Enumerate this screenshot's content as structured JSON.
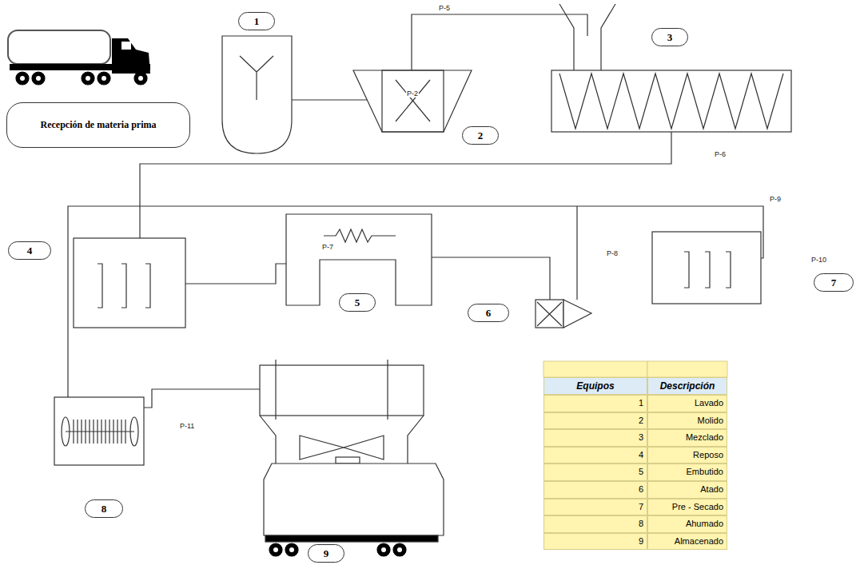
{
  "diagram": {
    "nodes": [
      {
        "text": [
          "Recepción de materia prima"
        ]
      },
      {
        "text": [
          "1"
        ]
      },
      {
        "text": [
          "2"
        ]
      },
      {
        "text": [
          "3"
        ]
      },
      {
        "text": [
          "4"
        ]
      },
      {
        "text": [
          "5"
        ]
      },
      {
        "text": [
          "6"
        ]
      },
      {
        "text": [
          "7"
        ]
      },
      {
        "text": [
          "8"
        ]
      },
      {
        "text": [
          "9"
        ]
      }
    ],
    "labels": [
      "P-5",
      "P-2",
      "P-6",
      "P-7",
      "P-8",
      "P-9",
      "P-10",
      "P-11",
      "Equipos",
      "Descripción",
      "1",
      "Lavado",
      "2",
      "Molido",
      "3",
      "Mezclado",
      "4",
      "Reposo",
      "5",
      "Embutido",
      "6",
      "Atado",
      "7",
      "Pre - Secado",
      "8",
      "Ahumado",
      "9",
      "Almacenado"
    ]
  }
}
